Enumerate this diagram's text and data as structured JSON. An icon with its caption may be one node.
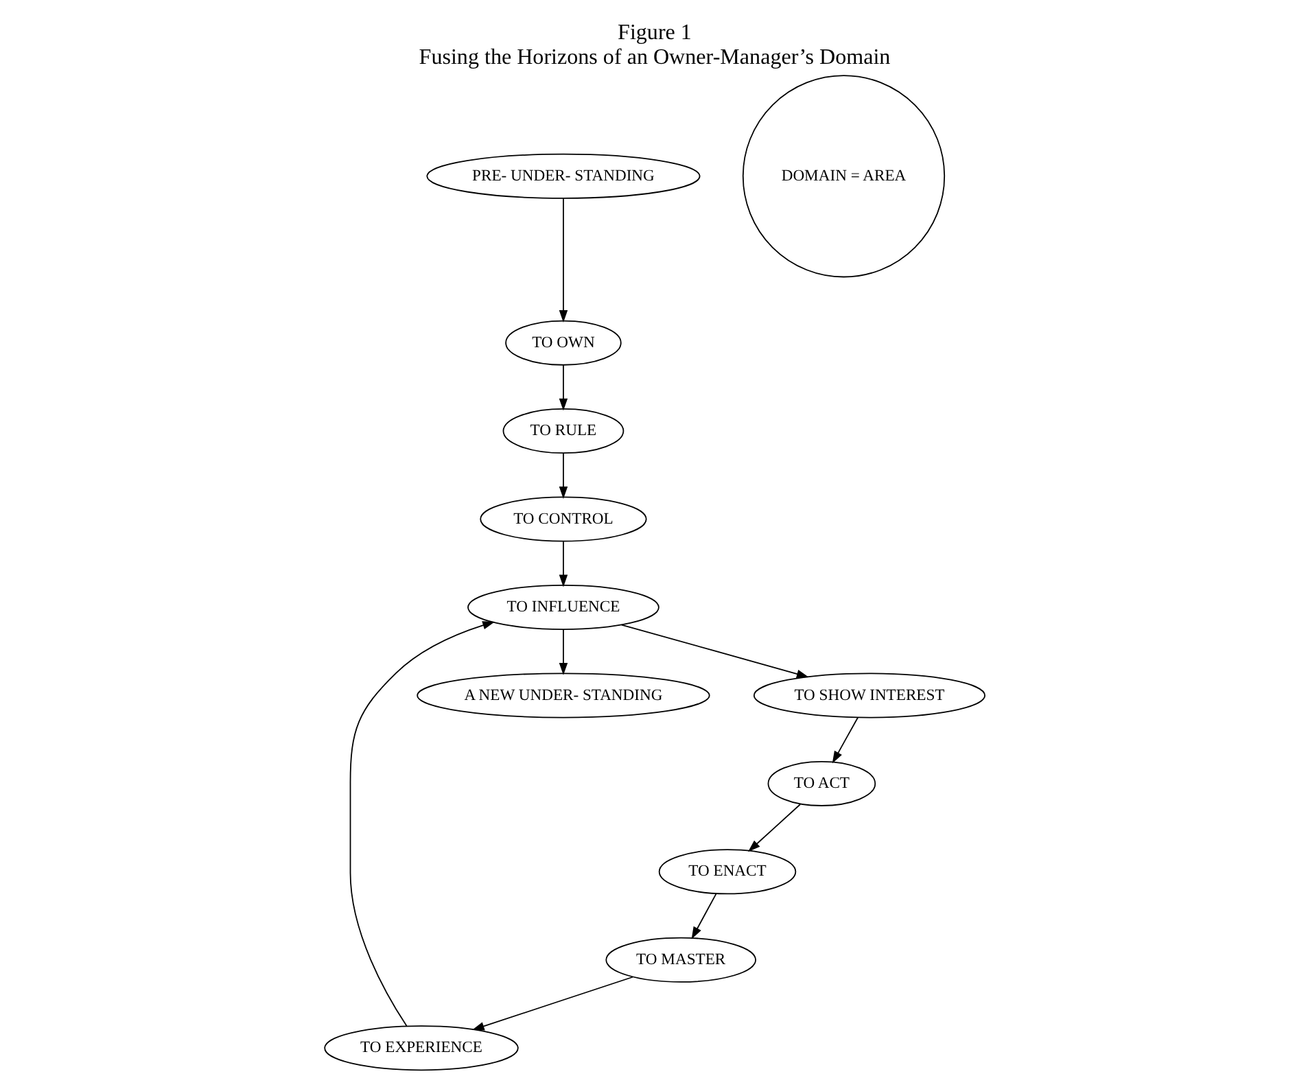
{
  "diagram": {
    "title": "Figure 1",
    "caption": "Fusing the Horizons of an Owner-Manager’s Domain",
    "nodes": [
      {
        "text": [
          "TO RULE"
        ]
      },
      {
        "text": [
          "TO OWN"
        ]
      },
      {
        "text": [
          "TO MASTER"
        ]
      },
      {
        "text": [
          "TO CONTROL"
        ]
      },
      {
        "text": [
          "PRE- UNDER- STANDING"
        ]
      },
      {
        "text": [
          "A NEW UNDER- STANDING"
        ]
      },
      {
        "text": [
          "DOMAIN = AREA"
        ]
      },
      {
        "text": [
          "TO EXPERIENCE"
        ]
      },
      {
        "text": [
          "TO ENACT"
        ]
      },
      {
        "text": [
          "TO INFLUENCE"
        ]
      },
      {
        "text": [
          "TO ACT"
        ]
      },
      {
        "text": [
          "TO SHOW INTEREST"
        ]
      }
    ],
    "edges": [
      {
        "from": 4,
        "to": 1,
        "arrow": "to"
      },
      {
        "from": 1,
        "to": 0,
        "arrow": "to"
      },
      {
        "from": 0,
        "to": 3,
        "arrow": "to"
      },
      {
        "from": 3,
        "to": 9,
        "arrow": "to"
      },
      {
        "from": 2,
        "to": 7,
        "arrow": "to"
      },
      {
        "from": 7,
        "to": 9,
        "arrow": "to"
      },
      {
        "from": 9,
        "to": 5,
        "arrow": "to"
      },
      {
        "from": 9,
        "to": 11,
        "arrow": "to"
      },
      {
        "from": 11,
        "to": 10,
        "arrow": "to"
      },
      {
        "from": 10,
        "to": 8,
        "arrow": "to"
      },
      {
        "from": 8,
        "to": 2,
        "arrow": "to"
      }
    ]
  }
}
